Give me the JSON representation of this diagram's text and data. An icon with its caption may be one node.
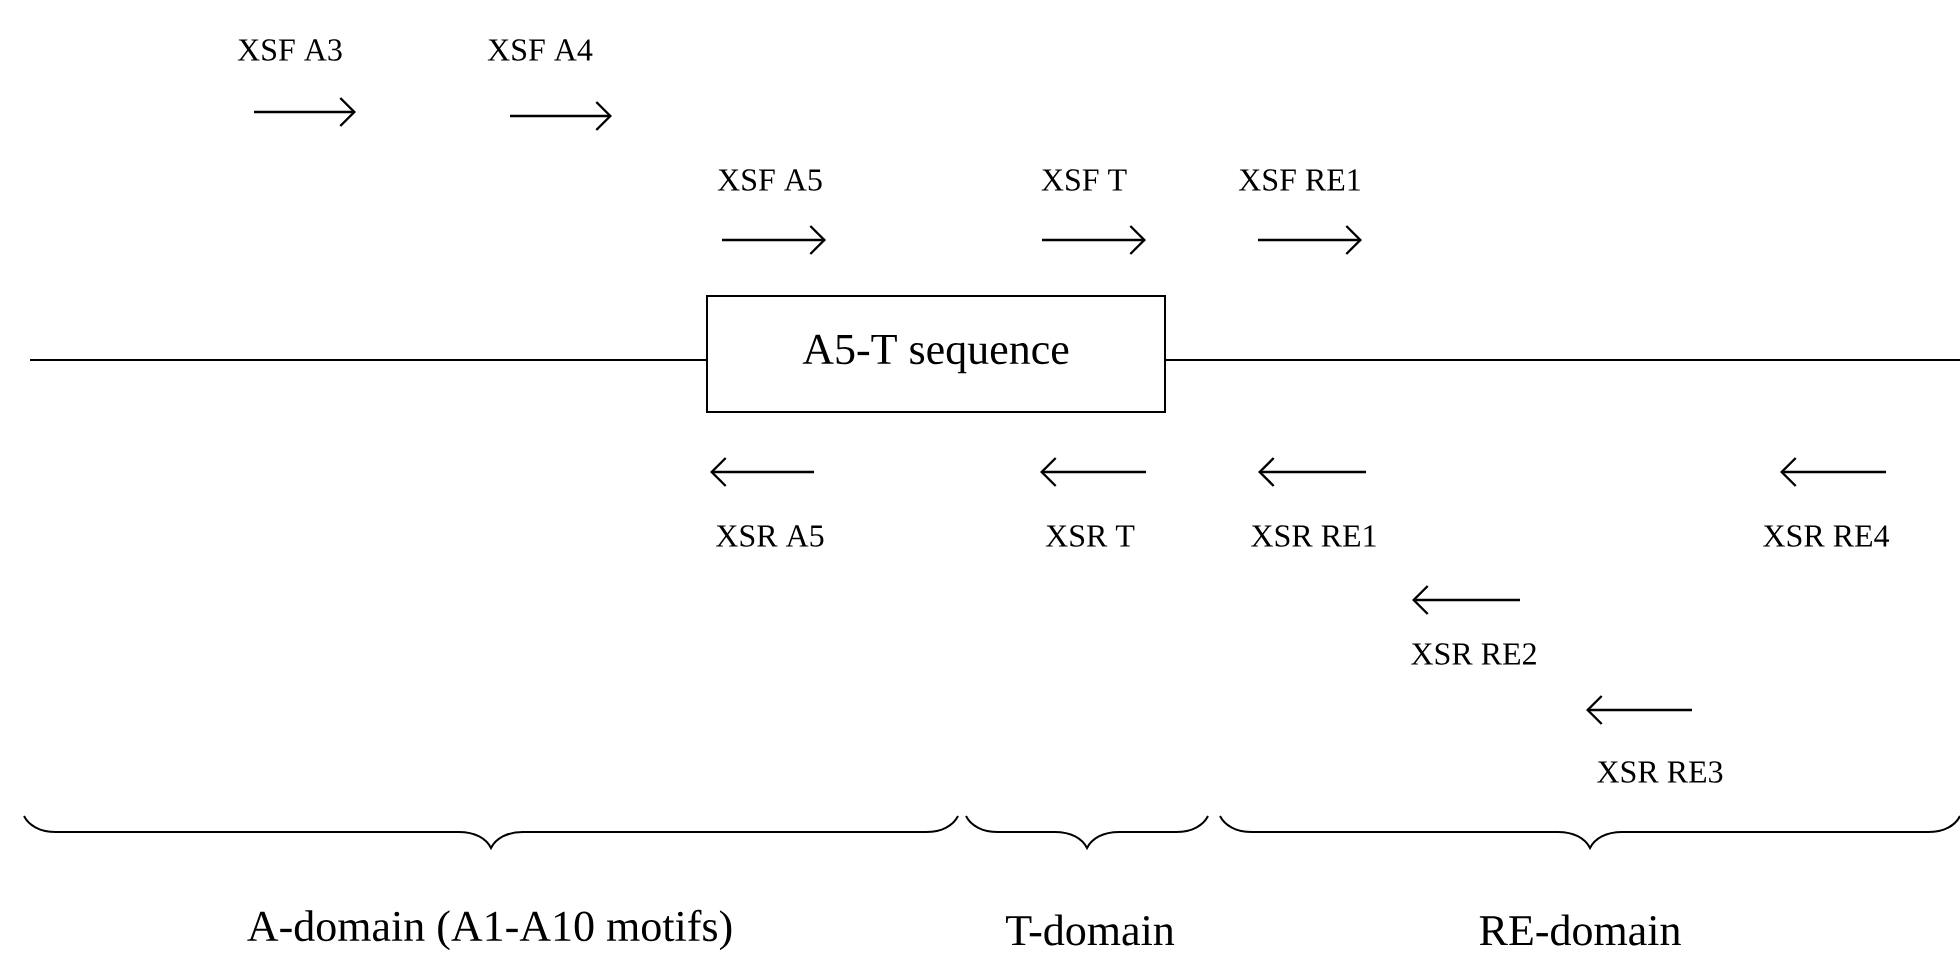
{
  "diagram": {
    "nodes": [
      {
        "text": [
          "A5-T sequence"
        ]
      }
    ],
    "labels": [
      "XSF A3",
      "XSF A4",
      "XSF A5",
      "XSF T",
      "XSF RE1",
      "XSR A5",
      "XSR T",
      "XSR RE1",
      "XSR RE4",
      "XSR RE2",
      "XSR RE3",
      "A-domain (A1-A10 motifs)",
      "T-domain",
      "RE-domain"
    ]
  }
}
